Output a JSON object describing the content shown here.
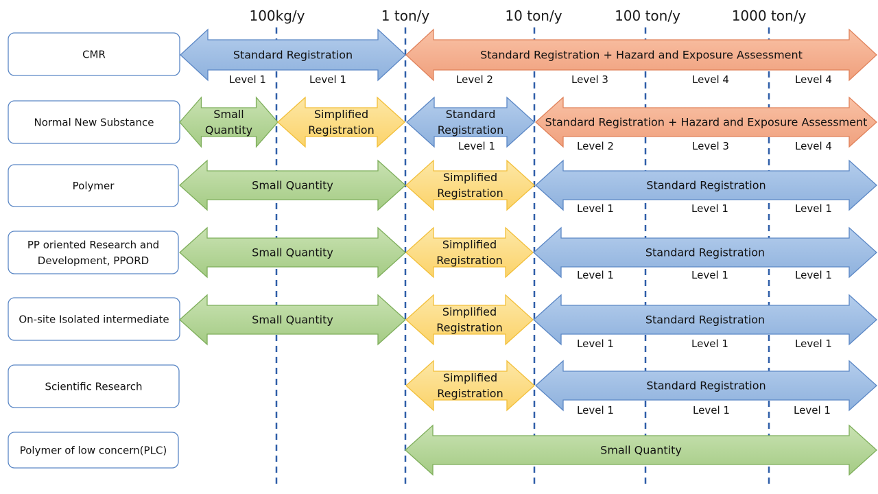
{
  "thresholds": [
    "100kg/y",
    "1 ton/y",
    "10 ton/y",
    "100 ton/y",
    "1000 ton/y"
  ],
  "colors": {
    "blue_fill_top": "#b4cdec",
    "blue_fill_bottom": "#8eb1dd",
    "blue_stroke": "#5b87c5",
    "orange_fill_top": "#f9c2a6",
    "orange_fill_bottom": "#f0a07d",
    "orange_stroke": "#e0825b",
    "green_fill_top": "#c9e2b2",
    "green_fill_bottom": "#a4cb84",
    "green_stroke": "#7eae5b",
    "yellow_fill_top": "#fde7a6",
    "yellow_fill_bottom": "#fbd36a",
    "yellow_stroke": "#f2bf3a",
    "box_stroke": "#5b87c5",
    "dash_line": "#2f5ea8"
  },
  "rows": [
    {
      "category": "CMR",
      "arrows": [
        {
          "text": [
            "Standard Registration"
          ],
          "color": "blue"
        },
        {
          "text": [
            "Standard Registration + Hazard and Exposure Assessment"
          ],
          "color": "orange"
        }
      ],
      "levels": [
        "Level 1",
        "Level 1",
        "Level 2",
        "Level 3",
        "Level 4",
        "Level 4"
      ]
    },
    {
      "category": "Normal New Substance",
      "arrows": [
        {
          "text": [
            "Small",
            "Quantity"
          ],
          "color": "green"
        },
        {
          "text": [
            "Simplified",
            "Registration"
          ],
          "color": "yellow"
        },
        {
          "text": [
            "Standard",
            "Registration"
          ],
          "color": "blue"
        },
        {
          "text": [
            "Standard Registration + Hazard and Exposure Assessment"
          ],
          "color": "orange"
        }
      ],
      "levels": [
        "Level 1",
        "Level 2",
        "Level 3",
        "Level 4"
      ]
    },
    {
      "category": "Polymer",
      "arrows": [
        {
          "text": [
            "Small Quantity"
          ],
          "color": "green"
        },
        {
          "text": [
            "Simplified",
            "Registration"
          ],
          "color": "yellow"
        },
        {
          "text": [
            "Standard Registration"
          ],
          "color": "blue"
        }
      ],
      "levels": [
        "Level 1",
        "Level 1",
        "Level 1"
      ]
    },
    {
      "category": [
        "PP oriented Research and",
        "Development, PPORD"
      ],
      "arrows": [
        {
          "text": [
            "Small Quantity"
          ],
          "color": "green"
        },
        {
          "text": [
            "Simplified",
            "Registration"
          ],
          "color": "yellow"
        },
        {
          "text": [
            "Standard Registration"
          ],
          "color": "blue"
        }
      ],
      "levels": [
        "Level 1",
        "Level 1",
        "Level 1"
      ]
    },
    {
      "category": "On-site Isolated intermediate",
      "arrows": [
        {
          "text": [
            "Small Quantity"
          ],
          "color": "green"
        },
        {
          "text": [
            "Simplified",
            "Registration"
          ],
          "color": "yellow"
        },
        {
          "text": [
            "Standard Registration"
          ],
          "color": "blue"
        }
      ],
      "levels": [
        "Level 1",
        "Level 1",
        "Level 1"
      ]
    },
    {
      "category": "Scientific Research",
      "arrows": [
        {
          "text": [
            "Simplified",
            "Registration"
          ],
          "color": "yellow"
        },
        {
          "text": [
            "Standard Registration"
          ],
          "color": "blue"
        }
      ],
      "levels": [
        "Level 1",
        "Level 1",
        "Level 1"
      ]
    },
    {
      "category": "Polymer of low concern(PLC)",
      "arrows": [
        {
          "text": [
            "Small Quantity"
          ],
          "color": "green"
        }
      ],
      "levels": []
    }
  ]
}
